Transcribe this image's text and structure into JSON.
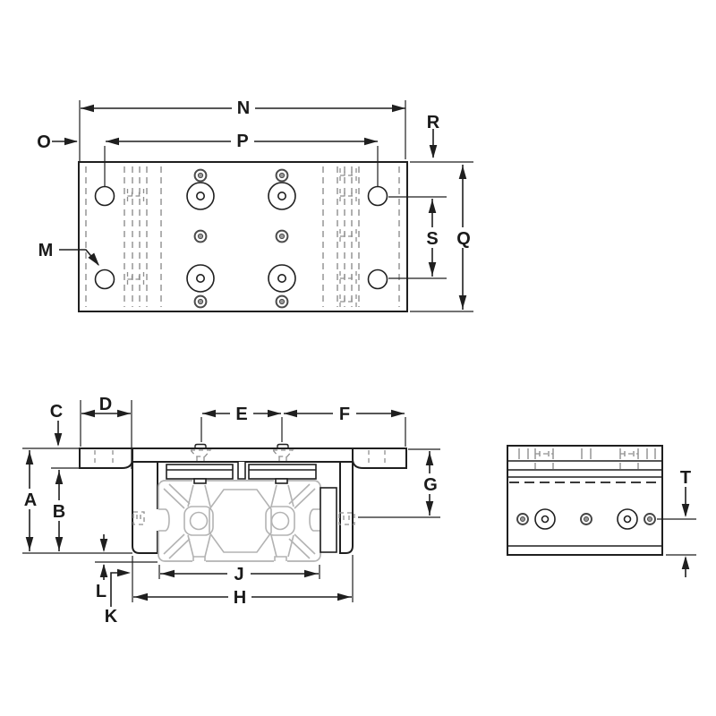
{
  "document": {
    "kind": "technical-dimension-drawing",
    "part": "linear-bearing-carriage-on-t-slot-extrusion",
    "views": [
      {
        "name": "top-view",
        "dimension_letters": [
          "N",
          "P",
          "O",
          "R",
          "Q",
          "S",
          "M"
        ]
      },
      {
        "name": "front-section-view",
        "dimension_letters": [
          "C",
          "D",
          "E",
          "F",
          "A",
          "B",
          "G",
          "L",
          "K",
          "H",
          "J"
        ]
      },
      {
        "name": "side-view",
        "dimension_letters": [
          "T"
        ]
      }
    ]
  },
  "labels": {
    "n": "N",
    "p": "P",
    "o": "O",
    "m": "M",
    "r": "R",
    "s": "S",
    "q": "Q",
    "a": "A",
    "b": "B",
    "c": "C",
    "d": "D",
    "e": "E",
    "f": "F",
    "g": "G",
    "h": "H",
    "j": "J",
    "k": "K",
    "l": "L",
    "t": "T"
  },
  "colors": {
    "line": "#1f1f1f",
    "hidden_line": "#8f8f8f",
    "extrusion_profile": "#b3b3b3",
    "background": "#ffffff"
  }
}
